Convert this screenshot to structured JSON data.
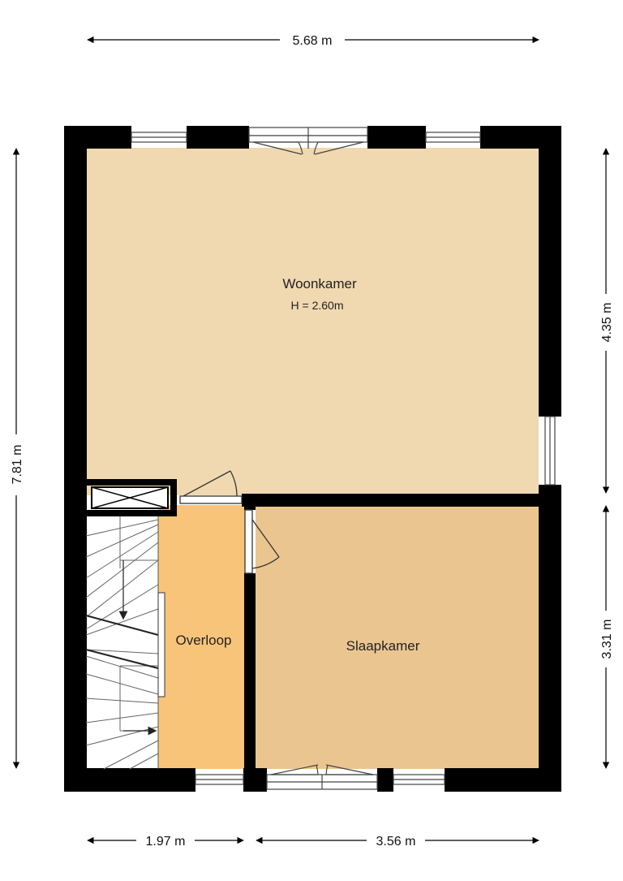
{
  "colors": {
    "wall": "#000000",
    "woonkamer": "#f0d8b0",
    "slaapkamer": "#ebc590",
    "overloop": "#f8c47a",
    "stairs": "#ffffff",
    "line": "#555555"
  },
  "rooms": {
    "woonkamer": {
      "name": "Woonkamer",
      "height": "H = 2.60m"
    },
    "slaapkamer": {
      "name": "Slaapkamer"
    },
    "overloop": {
      "name": "Overloop"
    }
  },
  "dimensions": {
    "top": "5.68 m",
    "left": "7.81 m",
    "right_upper": "4.35 m",
    "right_lower": "3.31 m",
    "bottom_left": "1.97 m",
    "bottom_right": "3.56 m"
  }
}
